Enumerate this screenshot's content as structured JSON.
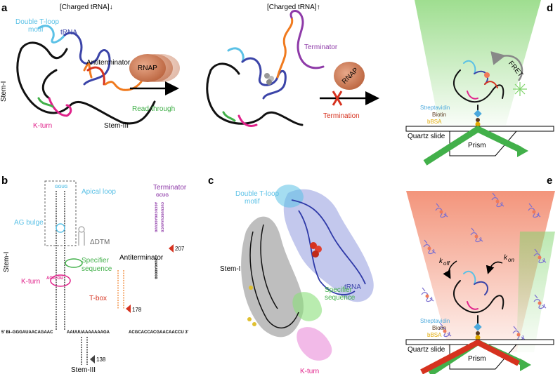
{
  "colors": {
    "stem": "#111111",
    "tloop": "#5bc1e6",
    "trna": "#3b44a8",
    "antiterm": "#f07a1e",
    "terminator": "#8e3aa8",
    "kturn": "#e0218a",
    "specifier": "#42b04a",
    "rnap": "#c9714a",
    "termination": "#d6321f",
    "green_glow": "#7fd36b",
    "red_glow": "#f07a5a",
    "streptavidin": "#4aa8dc",
    "biotin": "#5a3a20",
    "bbsa": "#e0a800"
  },
  "panel_a": {
    "letter": "a",
    "left_title": "[Charged tRNA]↓",
    "right_title": "[Charged tRNA]↑",
    "double_t_loop": "Double T-loop motif",
    "double_t_loop_l1": "Double T-loop",
    "double_t_loop_l2": "motif",
    "trna": "tRNA",
    "antiterminator": "Antiterminator",
    "rnap": "RNAP",
    "stem_i": "Stem-I",
    "read_through": "Read-through",
    "k_turn": "K-turn",
    "stem_iii": "Stem-III",
    "terminator": "Terminator",
    "rnap2": "RNAP",
    "termination": "Termination"
  },
  "panel_b": {
    "letter": "b",
    "apical_loop": "Apical loop",
    "ag_bulge": "AG bulge",
    "delta_dtm": "ΔDTM",
    "stem_i": "Stem-I",
    "specifier_l1": "Specifier",
    "specifier_l2": "sequence",
    "k_turn": "K-turn",
    "t_box": "T-box",
    "antiterminator": "Antiterminator",
    "terminator": "Terminator",
    "pos_207": "207",
    "pos_178": "178",
    "pos_138": "138",
    "stem_iii": "Stem-III",
    "five_prime": "5′ Bi–GGGAUAACAGAAC",
    "middle_seq": "AAUUUAAAAAAAGA",
    "three_prime": "ACGCACCACGAACAACCU 3′",
    "term_stem_left": "AGCUCUGAGCUUG",
    "term_stem_right": "CUCUUGCUAAUCG",
    "term_tail": "AUAGAGGGG",
    "term_loop": "GCUG",
    "apical_seq": "GGUG",
    "kturn_seq": "AGA-GU"
  },
  "panel_c": {
    "letter": "c",
    "double_t_loop_l1": "Double T-loop",
    "double_t_loop_l2": "motif",
    "stem_i": "Stem-I",
    "trna": "tRNA",
    "specifier_l1": "Specifier",
    "specifier_l2": "sequence",
    "k_turn": "K-turn"
  },
  "panel_d": {
    "letter": "d",
    "fret": "FRET",
    "streptavidin": "Streptavidin",
    "biotin": "Biotin",
    "bbsa": "bBSA",
    "quartz_slide": "Quartz slide",
    "prism": "Prism"
  },
  "panel_e": {
    "letter": "e",
    "k_off": "k",
    "k_off_sub": "off",
    "k_on": "k",
    "k_on_sub": "on",
    "streptavidin": "Streptavidin",
    "biotin": "Biotin",
    "bbsa": "bBSA",
    "quartz_slide": "Quartz slide",
    "prism": "Prism"
  }
}
